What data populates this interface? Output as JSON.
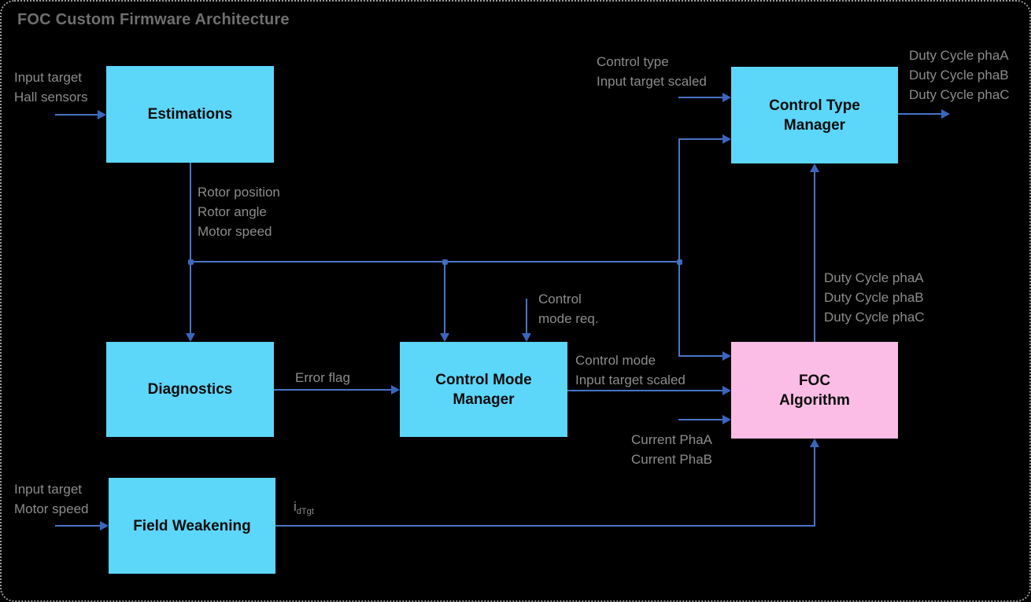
{
  "title": "FOC Custom Firmware Architecture",
  "colors": {
    "background": "#000000",
    "box_cyan": "#5CD6F9",
    "box_pink": "#FBBDE5",
    "line_blue": "#4874C8",
    "arrowhead_blue": "#3A66BE",
    "label_gray": "#8C8C8C",
    "title_gray": "#6F6F6F",
    "box_text": "#0d0d0d",
    "border_dotted": "#9a9a9a"
  },
  "boxes": {
    "estimations": {
      "lines": [
        "Estimations"
      ]
    },
    "control_type_manager": {
      "lines": [
        "Control Type",
        "Manager"
      ]
    },
    "diagnostics": {
      "lines": [
        "Diagnostics"
      ]
    },
    "control_mode_manager": {
      "lines": [
        "Control Mode",
        "Manager"
      ]
    },
    "foc_algorithm": {
      "lines": [
        "FOC",
        "Algorithm"
      ]
    },
    "field_weakening": {
      "lines": [
        "Field Weakening"
      ]
    }
  },
  "labels": {
    "estimations_inputs": [
      "Input target",
      "Hall sensors"
    ],
    "estimations_outputs": [
      "Rotor position",
      "Rotor angle",
      "Motor speed"
    ],
    "ctm_inputs": [
      "Control type",
      "Input target scaled"
    ],
    "ctm_outputs": [
      "Duty Cycle phaA",
      "Duty Cycle phaB",
      "Duty Cycle phaC"
    ],
    "cmm_request": [
      "Control",
      "mode req."
    ],
    "cmm_outputs": [
      "Control mode",
      "Input target scaled"
    ],
    "error_flag": "Error flag",
    "foc_outputs": [
      "Duty Cycle phaA",
      "Duty Cycle phaB",
      "Duty Cycle phaC"
    ],
    "foc_current_inputs": [
      "Current PhaA",
      "Current PhaB"
    ],
    "field_weakening_inputs": [
      "Input target",
      "Motor speed"
    ],
    "idtgt": {
      "base": "i",
      "sub": "dTgt"
    }
  }
}
